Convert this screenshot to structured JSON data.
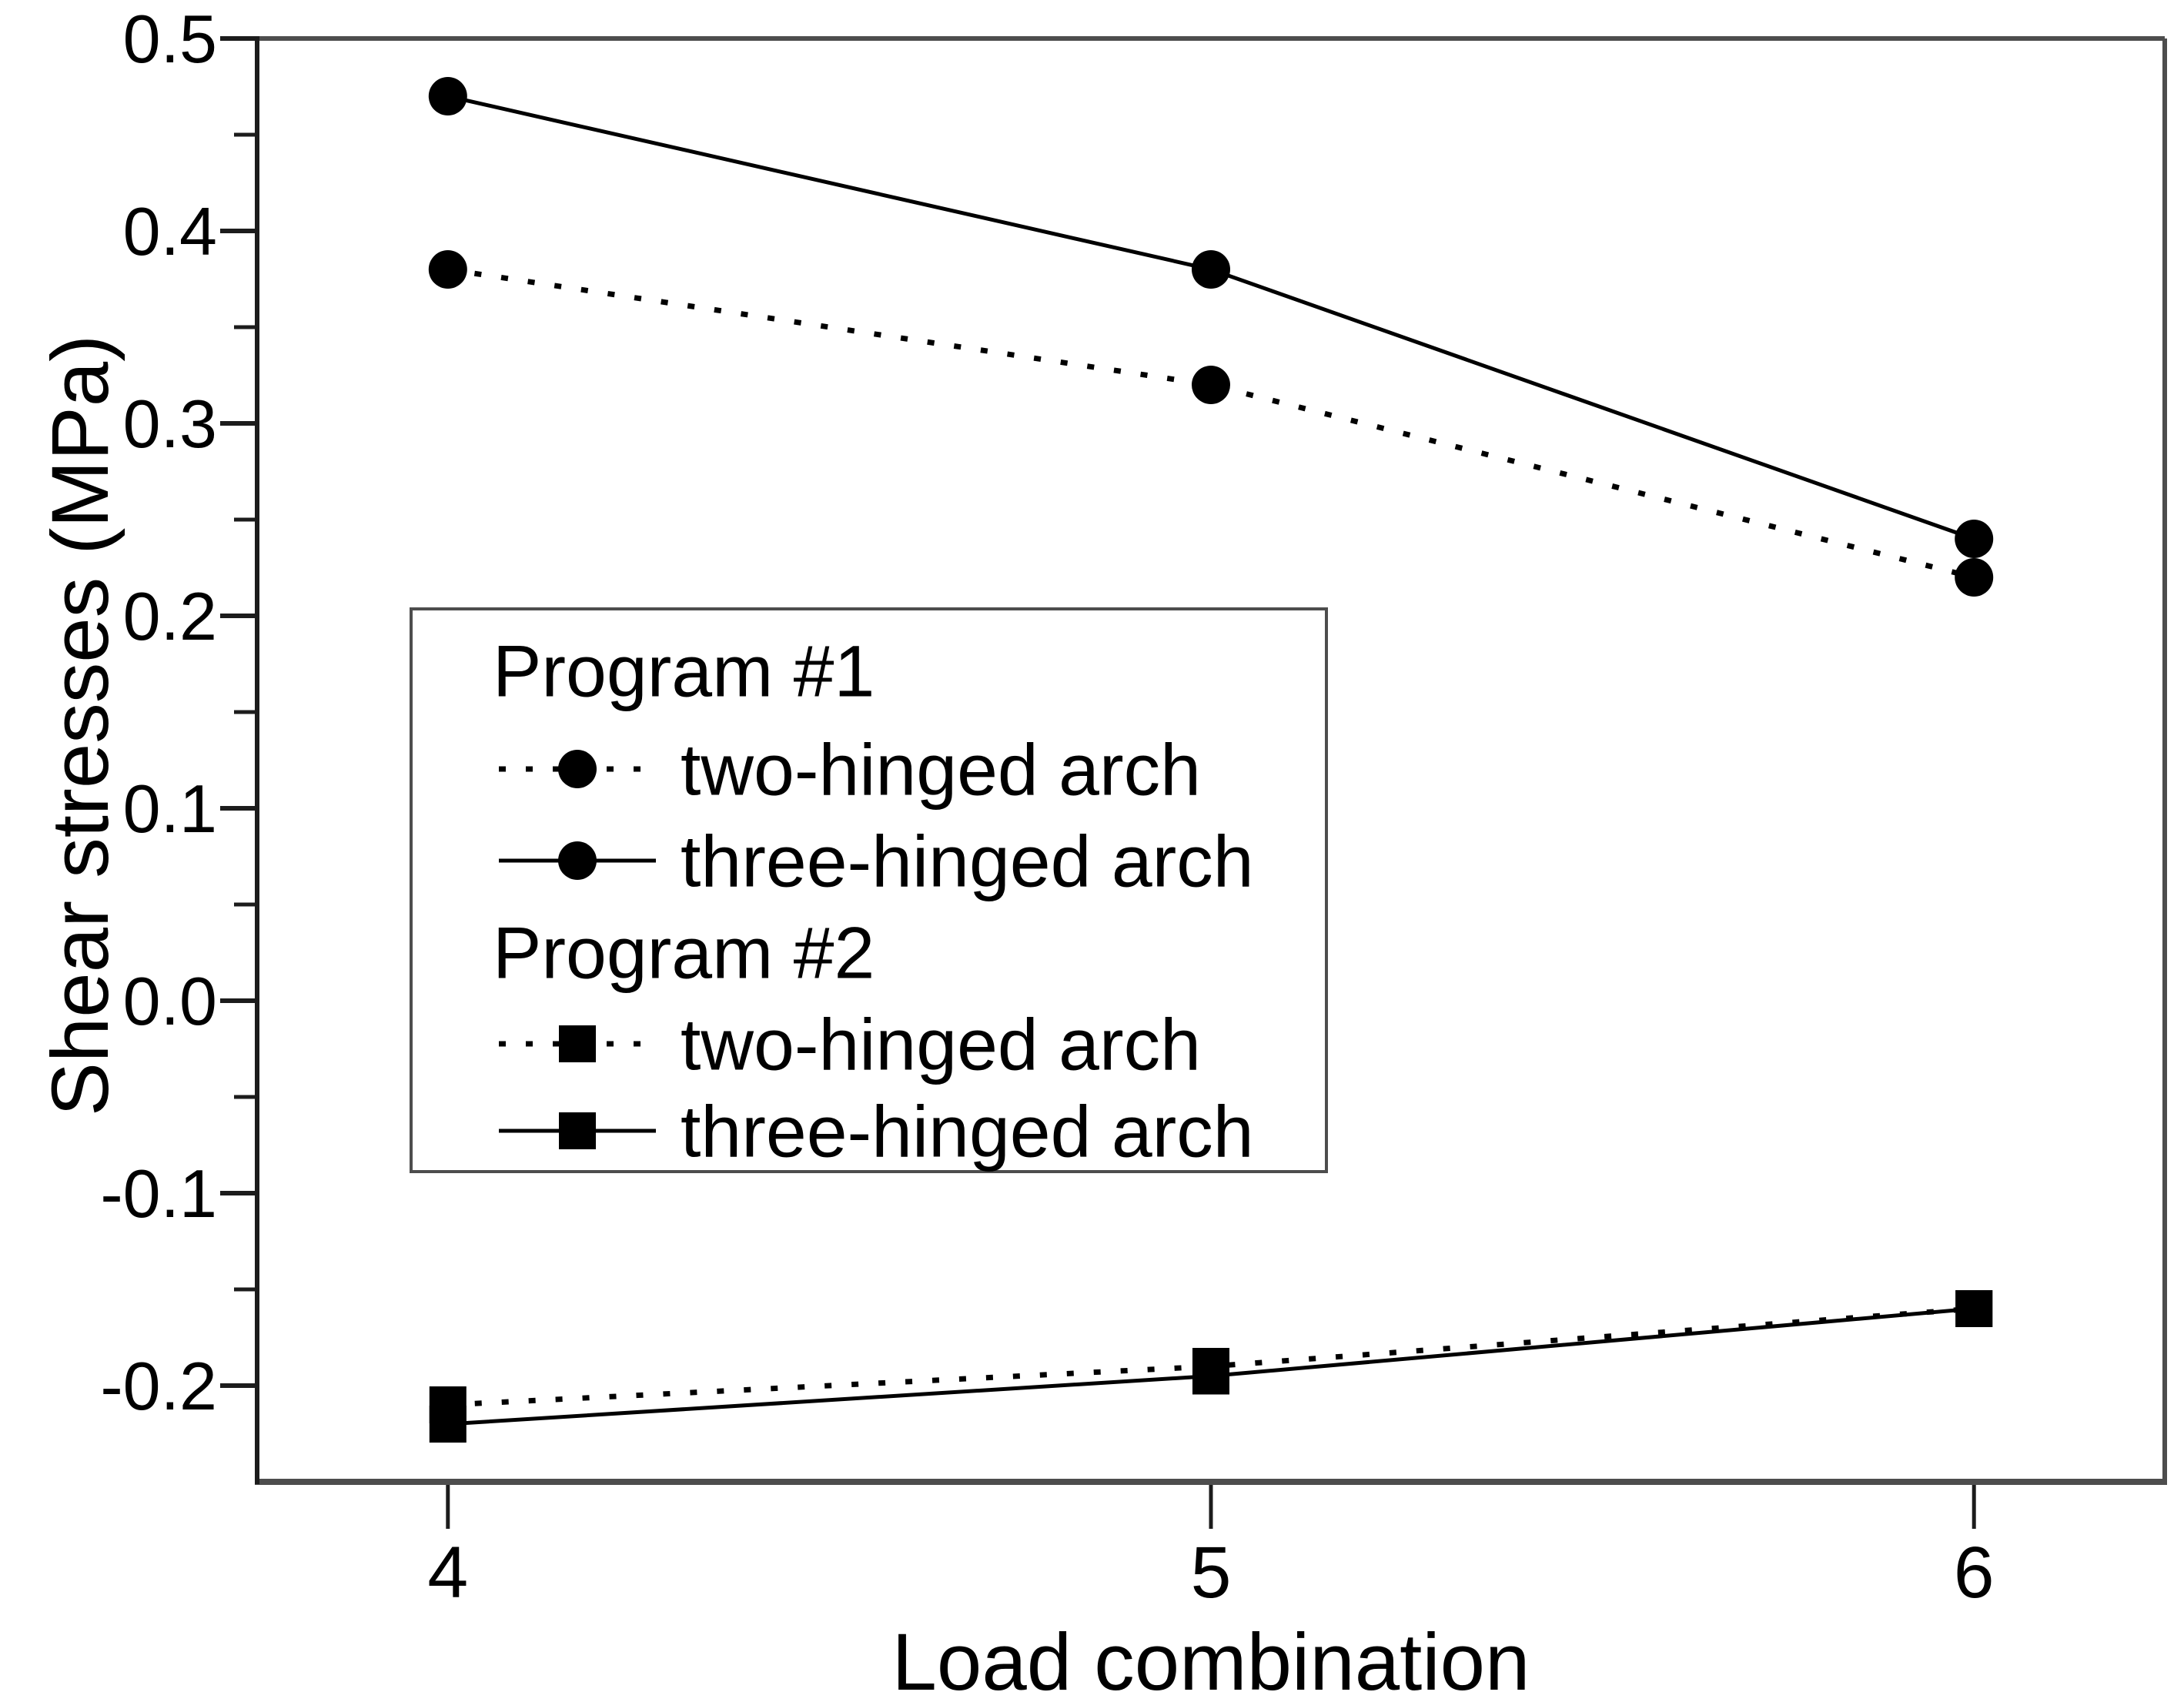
{
  "chart_data": {
    "type": "line",
    "title": "",
    "xlabel": "Load combination",
    "ylabel": "Shear stresses (MPa)",
    "x": [
      4,
      5,
      6
    ],
    "x_tick_labels": [
      "4",
      "5",
      "6"
    ],
    "xlim": [
      3.75,
      6.25
    ],
    "ylim": [
      -0.25,
      0.5
    ],
    "y_major_ticks": [
      0.5,
      0.4,
      0.3,
      0.2,
      0.1,
      0.0,
      -0.1,
      -0.2
    ],
    "y_tick_labels": [
      "0.5",
      "0.4",
      "0.3",
      "0.2",
      "0.1",
      "0.0",
      "-0.1",
      "-0.2"
    ],
    "y_minor_ticks": [
      0.45,
      0.35,
      0.25,
      0.15,
      0.05,
      -0.05,
      -0.15
    ],
    "grid": false,
    "frame": "box",
    "legend_position": "center-left-inside",
    "series": [
      {
        "name": "Program #1 two-hinged arch",
        "group": "Program #1",
        "label": "two-hinged arch",
        "linestyle": "dotted",
        "marker": "circle",
        "values": [
          0.38,
          0.32,
          0.22
        ]
      },
      {
        "name": "Program #1 three-hinged arch",
        "group": "Program #1",
        "label": "three-hinged arch",
        "linestyle": "solid",
        "marker": "circle",
        "values": [
          0.47,
          0.38,
          0.24
        ]
      },
      {
        "name": "Program #2 two-hinged arch",
        "group": "Program #2",
        "label": "two-hinged arch",
        "linestyle": "dotted",
        "marker": "square",
        "values": [
          -0.21,
          -0.19,
          -0.16
        ]
      },
      {
        "name": "Program #2 three-hinged arch",
        "group": "Program #2",
        "label": "three-hinged arch",
        "linestyle": "solid",
        "marker": "square",
        "values": [
          -0.22,
          -0.195,
          -0.16
        ]
      }
    ],
    "legend": {
      "groups": [
        {
          "title": "Program #1",
          "items": [
            {
              "label": "two-hinged arch",
              "linestyle": "dotted",
              "marker": "circle"
            },
            {
              "label": "three-hinged arch",
              "linestyle": "solid",
              "marker": "circle"
            }
          ]
        },
        {
          "title": "Program #2",
          "items": [
            {
              "label": "two-hinged arch",
              "linestyle": "dotted",
              "marker": "square"
            },
            {
              "label": "three-hinged arch",
              "linestyle": "solid",
              "marker": "square"
            }
          ]
        }
      ]
    },
    "colors": {
      "series": "#000000",
      "text": "#000000",
      "axis": "#1c1c1c",
      "frame": "#4d4d4d",
      "background": "#ffffff"
    }
  }
}
